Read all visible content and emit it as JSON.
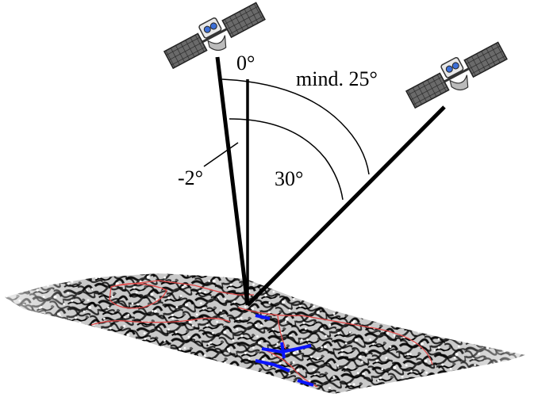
{
  "labels": {
    "zenith": "0°",
    "min_angle": "mind. 25°",
    "tilt": "-2°",
    "angle_30": "30°"
  },
  "colors": {
    "line": "#000000",
    "terrain_light": "#d8d8d8",
    "terrain_dark": "#1a1a1a",
    "boundary": "#e04848",
    "water": "#0a14ff",
    "panel": "#5a5a5a",
    "satellite_body": "#e8e8e8",
    "satellite_lens": "#3d6fd6"
  },
  "icons": {
    "satellite_left": "satellite-icon",
    "satellite_right": "satellite-icon"
  }
}
